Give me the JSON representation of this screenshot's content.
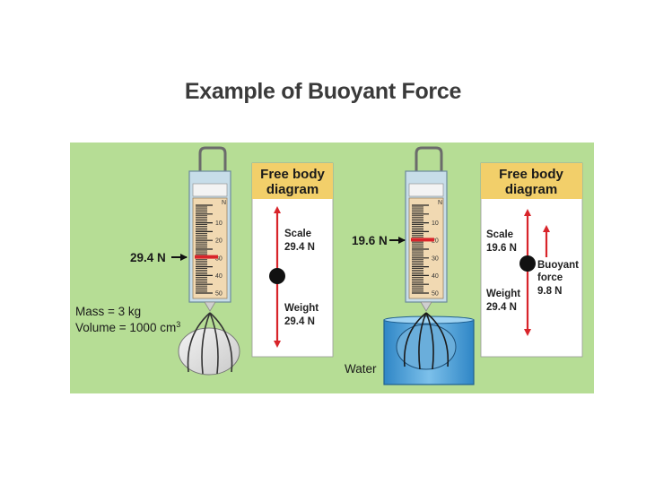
{
  "title": "Example of Buoyant Force",
  "colors": {
    "panel_background": "#b6dd95",
    "fbd_header": "#f2cf6a",
    "force_arrow": "#d8242a",
    "scale_pointer": "#d8242a",
    "water": "#5aa9dc"
  },
  "left": {
    "reading_label": "29.4 N",
    "scale_reading": 29.4,
    "mass_label": "Mass = 3 kg",
    "volume_label": "Volume = 1000 cm",
    "volume_superscript": "3",
    "fbd": {
      "header_line1": "Free body",
      "header_line2": "diagram",
      "scale_label": "Scale",
      "scale_value": "29.4 N",
      "weight_label": "Weight",
      "weight_value": "29.4 N"
    }
  },
  "right": {
    "reading_label": "19.6 N",
    "scale_reading": 19.6,
    "water_label": "Water",
    "fbd": {
      "header_line1": "Free body",
      "header_line2": "diagram",
      "scale_label": "Scale",
      "scale_value": "19.6 N",
      "weight_label": "Weight",
      "weight_value": "29.4 N",
      "buoyant_label1": "Buoyant",
      "buoyant_label2": "force",
      "buoyant_value": "9.8 N"
    }
  },
  "scale_ticks": [
    "10",
    "20",
    "30",
    "40",
    "50"
  ],
  "scale_unit": "N"
}
